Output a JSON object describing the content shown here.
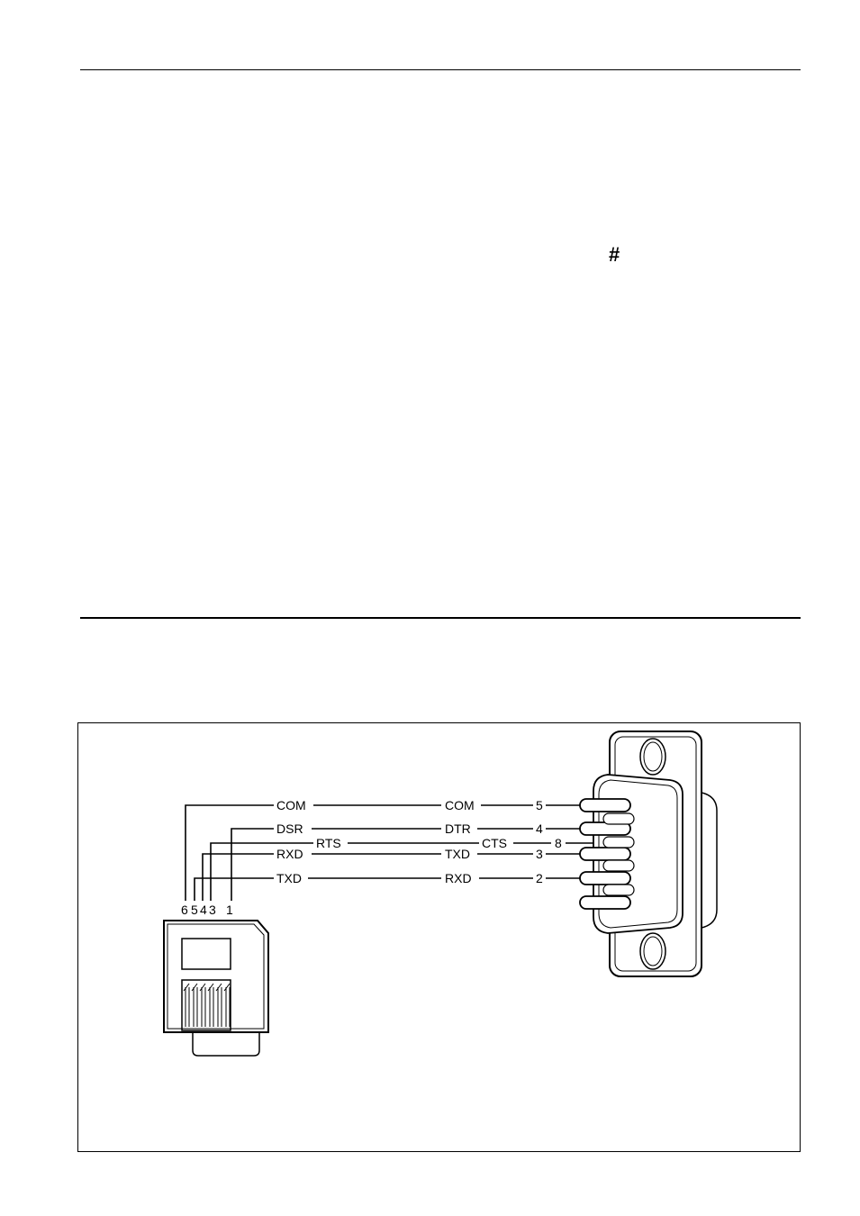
{
  "page": {
    "hash_symbol": "#"
  },
  "diagram": {
    "rj_pin_labels": [
      "6",
      "5",
      "4",
      "3",
      "1"
    ],
    "wires": [
      {
        "left_label": "COM",
        "right_label": "COM",
        "db_pin": "5"
      },
      {
        "left_label": "DSR",
        "right_label": "DTR",
        "db_pin": "4"
      },
      {
        "left_label": "RTS",
        "right_label": "CTS",
        "db_pin": "8"
      },
      {
        "left_label": "RXD",
        "right_label": "TXD",
        "db_pin": "3"
      },
      {
        "left_label": "TXD",
        "right_label": "RXD",
        "db_pin": "2"
      }
    ]
  }
}
